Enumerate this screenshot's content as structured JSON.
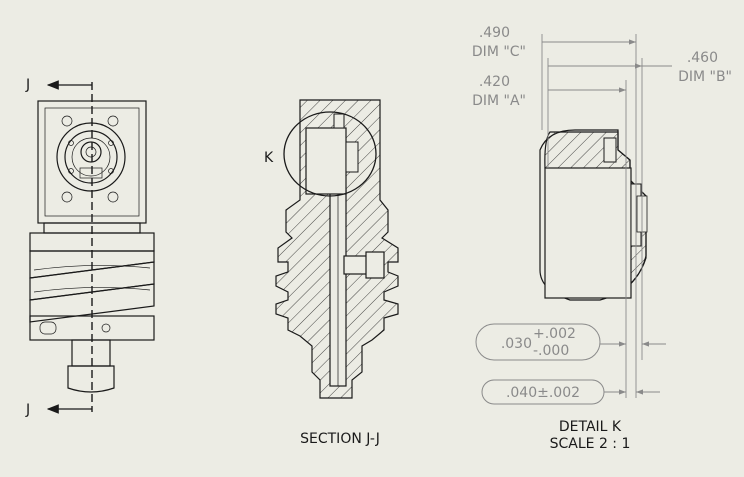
{
  "views": {
    "section_marker": "J",
    "section_title": "SECTION J-J",
    "detail_marker": "K",
    "detail_title": "DETAIL K",
    "detail_scale": "SCALE 2 : 1"
  },
  "dimensions": {
    "dim_c_value": ".490",
    "dim_c_label": "DIM \"C\"",
    "dim_b_value": ".460",
    "dim_b_label": "DIM \"B\"",
    "dim_a_value": ".420",
    "dim_a_label": "DIM \"A\"",
    "tol_1_base": ".030",
    "tol_1_upper": "+.002",
    "tol_1_lower": "-.000",
    "tol_2": ".040±.002"
  },
  "colors": {
    "paper": "#ecece4",
    "line": "#1a1a1a",
    "dimension": "#8a8a8a"
  }
}
